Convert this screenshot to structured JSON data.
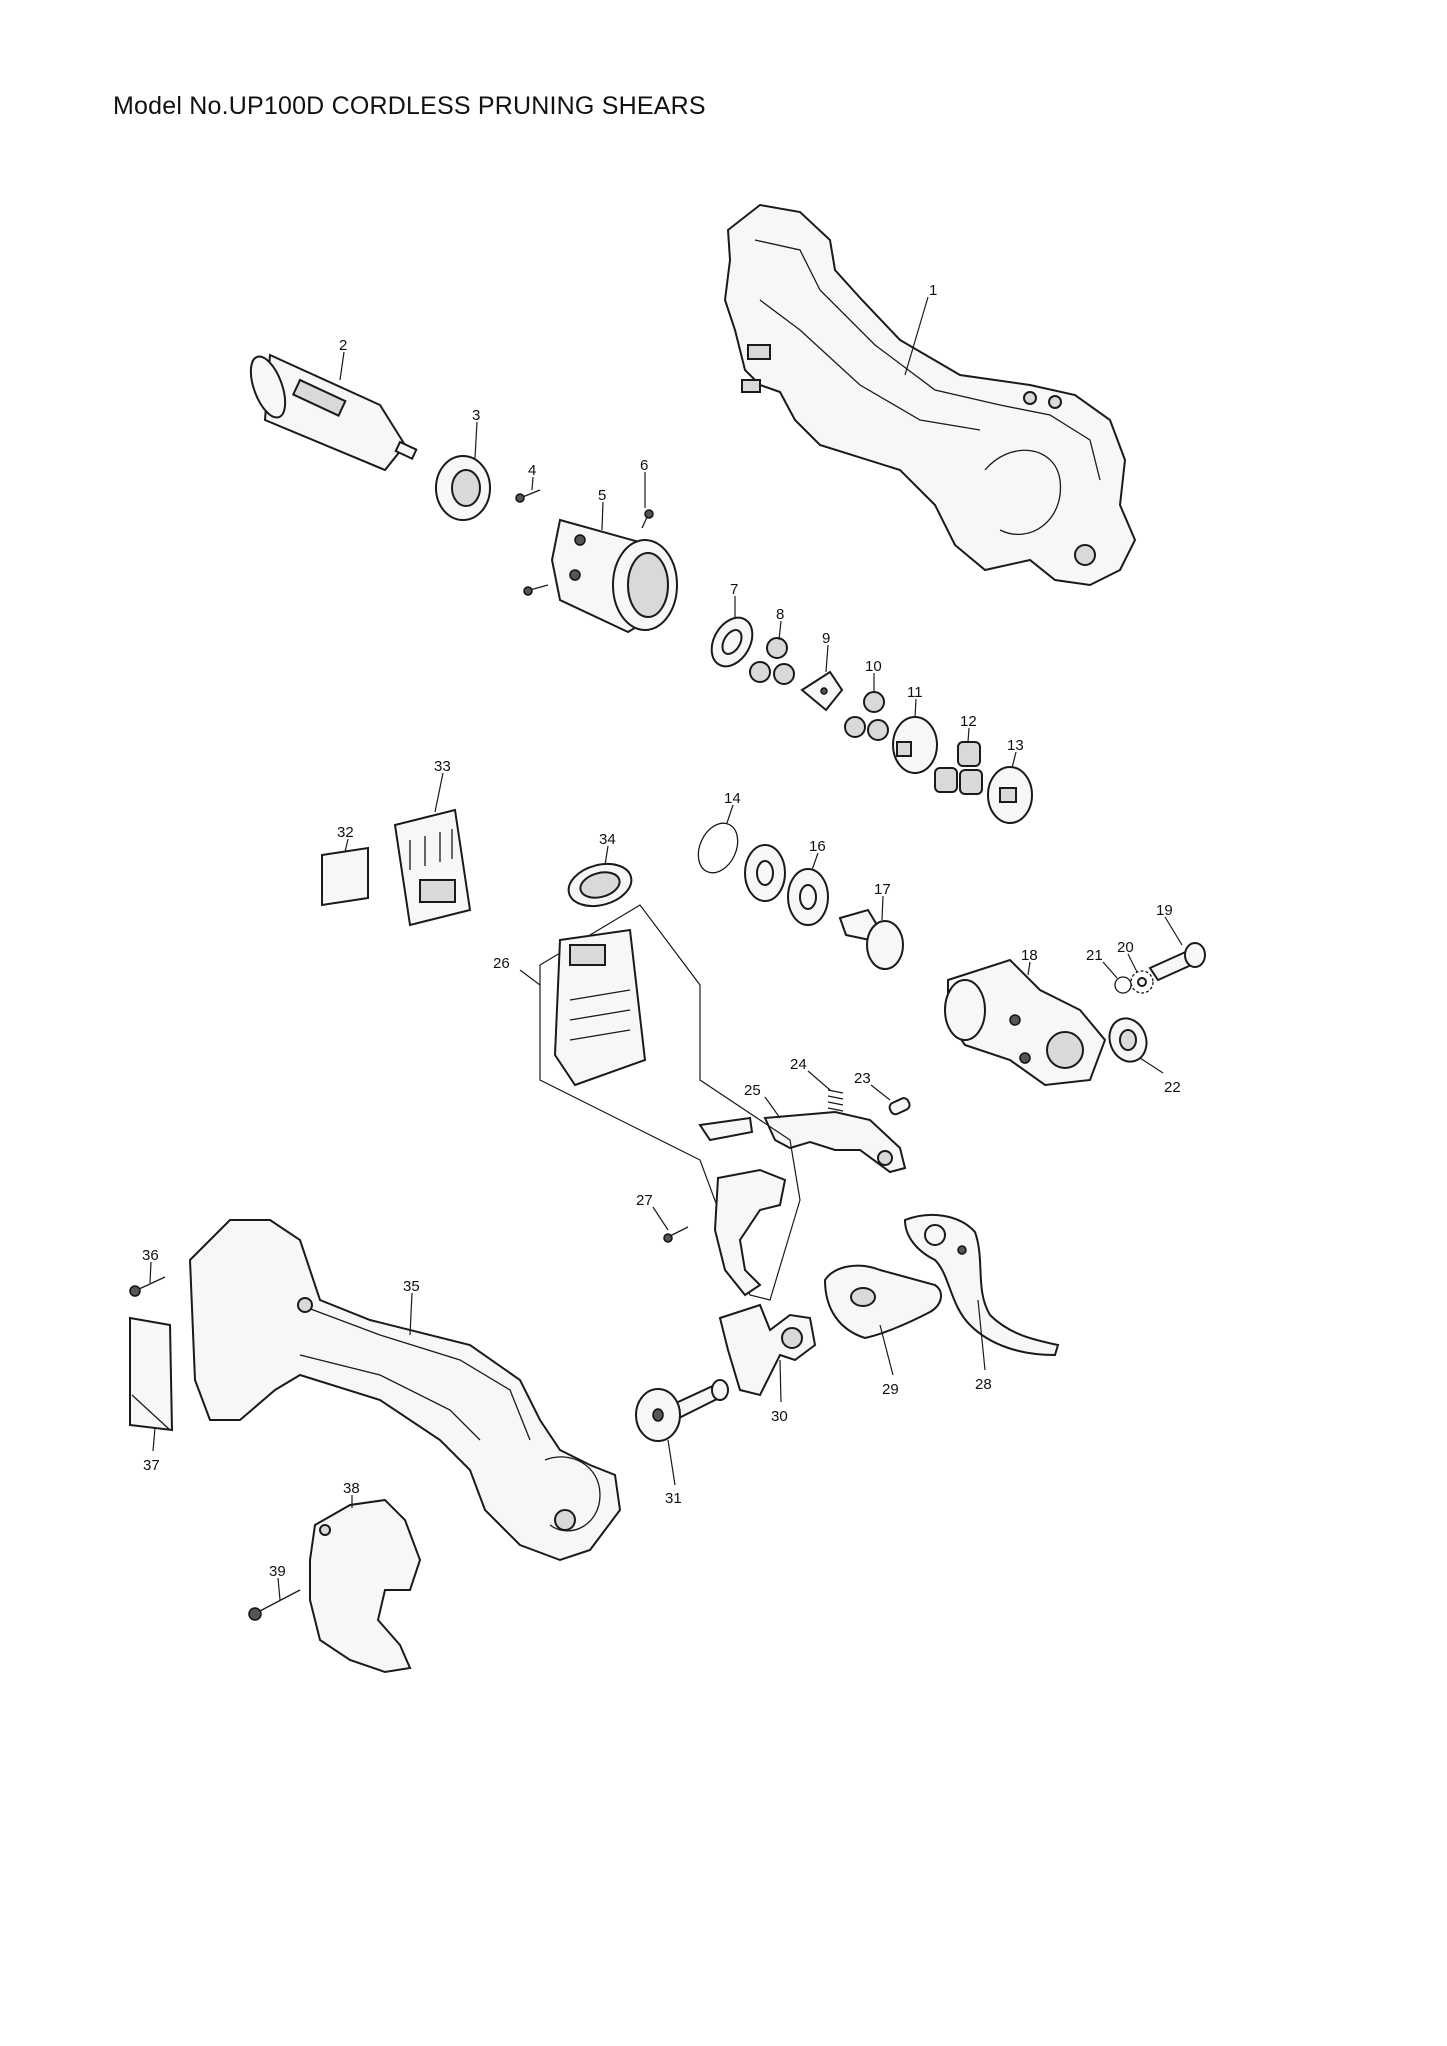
{
  "title": "Model No.UP100D CORDLESS PRUNING SHEARS",
  "parts": [
    {
      "no": "1"
    },
    {
      "no": "2"
    },
    {
      "no": "3"
    },
    {
      "no": "4"
    },
    {
      "no": "5"
    },
    {
      "no": "6"
    },
    {
      "no": "7"
    },
    {
      "no": "8"
    },
    {
      "no": "9"
    },
    {
      "no": "10"
    },
    {
      "no": "11"
    },
    {
      "no": "12"
    },
    {
      "no": "13"
    },
    {
      "no": "14"
    },
    {
      "no": "16"
    },
    {
      "no": "17"
    },
    {
      "no": "18"
    },
    {
      "no": "19"
    },
    {
      "no": "20"
    },
    {
      "no": "21"
    },
    {
      "no": "22"
    },
    {
      "no": "23"
    },
    {
      "no": "24"
    },
    {
      "no": "25"
    },
    {
      "no": "26"
    },
    {
      "no": "27"
    },
    {
      "no": "28"
    },
    {
      "no": "29"
    },
    {
      "no": "30"
    },
    {
      "no": "31"
    },
    {
      "no": "32"
    },
    {
      "no": "33"
    },
    {
      "no": "34"
    },
    {
      "no": "35"
    },
    {
      "no": "36"
    },
    {
      "no": "37"
    },
    {
      "no": "38"
    },
    {
      "no": "39"
    }
  ]
}
